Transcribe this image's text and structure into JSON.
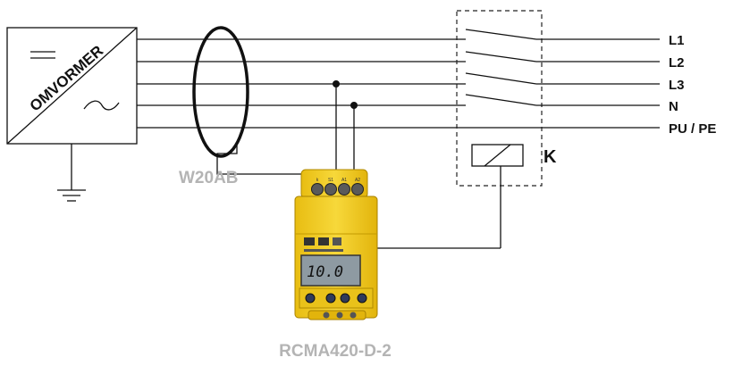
{
  "inverter": {
    "label": "OMVORMER"
  },
  "conductors": [
    {
      "id": "l1",
      "label": "L1"
    },
    {
      "id": "l2",
      "label": "L2"
    },
    {
      "id": "l3",
      "label": "L3"
    },
    {
      "id": "n",
      "label": "N"
    },
    {
      "id": "pe",
      "label": "PU / PE"
    }
  ],
  "contactor": {
    "label": "K"
  },
  "current_transformer": {
    "label": "W20AB"
  },
  "monitor": {
    "model": "RCMA420-D-2",
    "display_value": "10.0",
    "terminal_labels": [
      "k",
      "S1",
      "A1",
      "A2"
    ]
  },
  "colors": {
    "housing": "#f2cd1e",
    "label_gray": "#b4b4b4",
    "line": "#111111"
  }
}
